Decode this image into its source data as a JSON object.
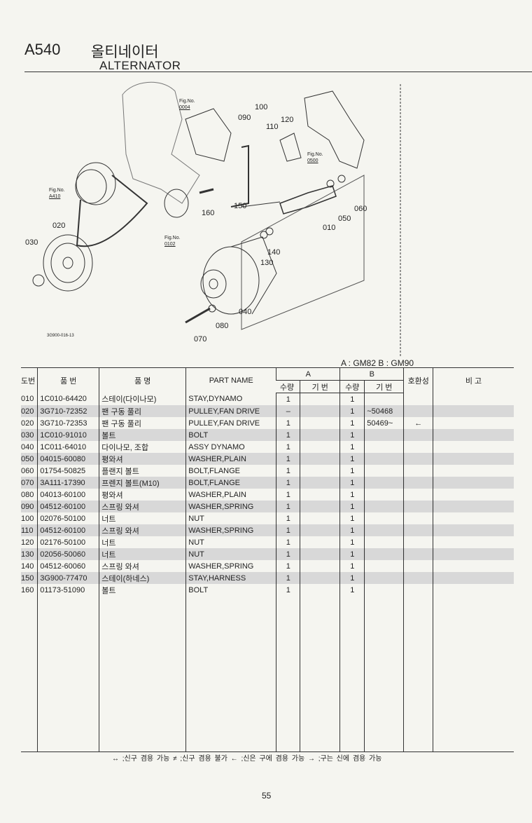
{
  "header": {
    "code": "A540",
    "title_kr": "올티네이터",
    "title_en": "ALTERNATOR"
  },
  "diagram": {
    "drawing_no": "3G900-016-13",
    "fig_refs": [
      {
        "label": "Fig.No.",
        "no": "0004"
      },
      {
        "label": "Fig.No.",
        "no": "0500"
      },
      {
        "label": "Fig.No.",
        "no": "A410"
      },
      {
        "label": "Fig.No.",
        "no": "0102"
      }
    ],
    "callouts": [
      "100",
      "090",
      "110",
      "120",
      "160",
      "150",
      "060",
      "050",
      "010",
      "020",
      "030",
      "140",
      "130",
      "040",
      "080",
      "070"
    ]
  },
  "models": "A : GM82   B : GM90",
  "table": {
    "headers": {
      "no": "도번",
      "part_no": "품  번",
      "name_kr": "품        명",
      "part_name": "PART  NAME",
      "a": "A",
      "b": "B",
      "qty": "수량",
      "serial": "기 번",
      "compat": "호환성",
      "remarks": "비    고"
    },
    "rows": [
      {
        "no": "010",
        "part": "1C010-64420",
        "kr": "스테이(다이나모)",
        "en": "STAY,DYNAMO",
        "a_qty": "1",
        "a_sn": "",
        "b_qty": "1",
        "b_sn": "",
        "compat": ""
      },
      {
        "no": "020",
        "part": "3G710-72352",
        "kr": "팬 구동 풀리",
        "en": "PULLEY,FAN DRIVE",
        "a_qty": "–",
        "a_sn": "",
        "b_qty": "1",
        "b_sn": "~50468",
        "compat": ""
      },
      {
        "no": "020",
        "part": "3G710-72353",
        "kr": "팬 구동 풀리",
        "en": "PULLEY,FAN DRIVE",
        "a_qty": "1",
        "a_sn": "",
        "b_qty": "1",
        "b_sn": "50469~",
        "compat": "←"
      },
      {
        "no": "030",
        "part": "1C010-91010",
        "kr": "볼트",
        "en": "BOLT",
        "a_qty": "1",
        "a_sn": "",
        "b_qty": "1",
        "b_sn": "",
        "compat": ""
      },
      {
        "no": "040",
        "part": "1C011-64010",
        "kr": "다이나모, 조합",
        "en": "ASSY DYNAMO",
        "a_qty": "1",
        "a_sn": "",
        "b_qty": "1",
        "b_sn": "",
        "compat": ""
      },
      {
        "no": "050",
        "part": "04015-60080",
        "kr": "평와셔",
        "en": "WASHER,PLAIN",
        "a_qty": "1",
        "a_sn": "",
        "b_qty": "1",
        "b_sn": "",
        "compat": ""
      },
      {
        "no": "060",
        "part": "01754-50825",
        "kr": "플랜지 볼트",
        "en": "BOLT,FLANGE",
        "a_qty": "1",
        "a_sn": "",
        "b_qty": "1",
        "b_sn": "",
        "compat": ""
      },
      {
        "no": "070",
        "part": "3A111-17390",
        "kr": "프렌지 볼트(M10)",
        "en": "BOLT,FLANGE",
        "a_qty": "1",
        "a_sn": "",
        "b_qty": "1",
        "b_sn": "",
        "compat": ""
      },
      {
        "no": "080",
        "part": "04013-60100",
        "kr": "평와셔",
        "en": "WASHER,PLAIN",
        "a_qty": "1",
        "a_sn": "",
        "b_qty": "1",
        "b_sn": "",
        "compat": ""
      },
      {
        "no": "090",
        "part": "04512-60100",
        "kr": "스프링 와셔",
        "en": "WASHER,SPRING",
        "a_qty": "1",
        "a_sn": "",
        "b_qty": "1",
        "b_sn": "",
        "compat": ""
      },
      {
        "no": "100",
        "part": "02076-50100",
        "kr": "너트",
        "en": "NUT",
        "a_qty": "1",
        "a_sn": "",
        "b_qty": "1",
        "b_sn": "",
        "compat": ""
      },
      {
        "no": "110",
        "part": "04512-60100",
        "kr": "스프링 와셔",
        "en": "WASHER,SPRING",
        "a_qty": "1",
        "a_sn": "",
        "b_qty": "1",
        "b_sn": "",
        "compat": ""
      },
      {
        "no": "120",
        "part": "02176-50100",
        "kr": "너트",
        "en": "NUT",
        "a_qty": "1",
        "a_sn": "",
        "b_qty": "1",
        "b_sn": "",
        "compat": ""
      },
      {
        "no": "130",
        "part": "02056-50060",
        "kr": "너트",
        "en": "NUT",
        "a_qty": "1",
        "a_sn": "",
        "b_qty": "1",
        "b_sn": "",
        "compat": ""
      },
      {
        "no": "140",
        "part": "04512-60060",
        "kr": "스프링 와셔",
        "en": "WASHER,SPRING",
        "a_qty": "1",
        "a_sn": "",
        "b_qty": "1",
        "b_sn": "",
        "compat": ""
      },
      {
        "no": "150",
        "part": "3G900-77470",
        "kr": "스테이(하네스)",
        "en": "STAY,HARNESS",
        "a_qty": "1",
        "a_sn": "",
        "b_qty": "1",
        "b_sn": "",
        "compat": ""
      },
      {
        "no": "160",
        "part": "01173-51090",
        "kr": "볼트",
        "en": "BOLT",
        "a_qty": "1",
        "a_sn": "",
        "b_qty": "1",
        "b_sn": "",
        "compat": ""
      }
    ]
  },
  "legend": "↔ ;신구 겸용 가능    ≠ ;신구 겸용 불가    ← ;신은 구에 겸용 가능    → ;구는 신에 겸용 가능",
  "page_number": "55"
}
